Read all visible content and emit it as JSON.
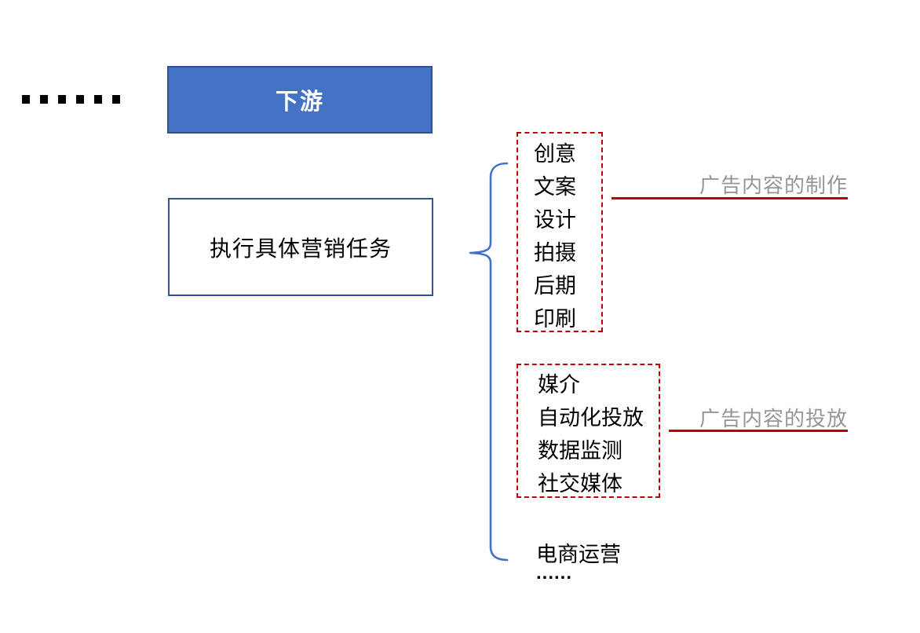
{
  "slide": {
    "top_ellipsis": "......",
    "downstream_header": "下游",
    "task_box_label": "执行具体营销任务",
    "production_group": {
      "items": [
        "创意",
        "文案",
        "设计",
        "拍摄",
        "后期",
        "印刷"
      ],
      "annotation": "广告内容的制作"
    },
    "placement_group": {
      "items": [
        "媒介",
        "自动化投放",
        "数据监测",
        "社交媒体"
      ],
      "annotation": "广告内容的投放"
    },
    "ecommerce_label": "电商运营",
    "bottom_ellipsis": "......",
    "colors": {
      "header_fill": "#4472C4",
      "header_border": "#2F528F",
      "task_box_border": "#2F5597",
      "dashed_border": "#C00000",
      "underline": "#C00000",
      "annotation_text": "#969696",
      "brace": "#4472C4",
      "body_text": "#000000"
    }
  }
}
